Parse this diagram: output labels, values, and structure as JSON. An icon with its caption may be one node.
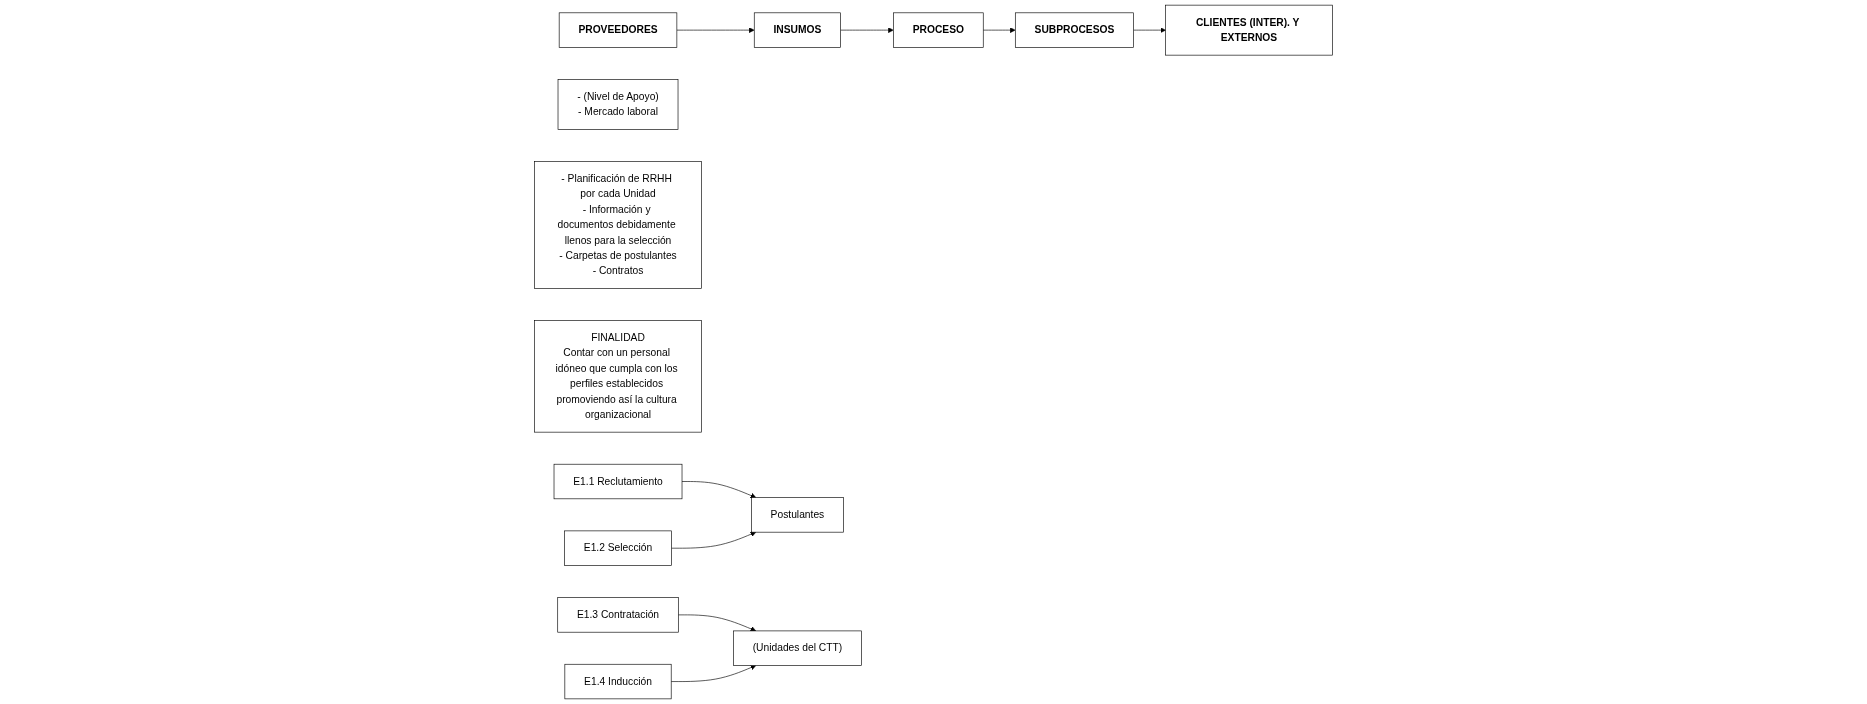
{
  "diagram": {
    "nodes": [
      {
        "text": [
          "PROVEEDORES"
        ]
      },
      {
        "text": [
          "INSUMOS"
        ]
      },
      {
        "text": [
          "PROCESO"
        ]
      },
      {
        "text": [
          "SUBPROCESOS"
        ]
      },
      {
        "text": [
          "CLIENTES (INTER). Y EXTERNOS"
        ]
      },
      {
        "text": [
          "- (Nivel de Apoyo)",
          "- Mercado laboral"
        ]
      },
      {
        "text": [
          "- Planificación de RRHH por cada Unidad",
          "- Información y documentos debidamente llenos para la selección",
          "- Carpetas de postulantes",
          "- Contratos"
        ]
      },
      {
        "text": [
          "FINALIDAD",
          "Contar con un personal idóneo que cumpla con los perfiles establecidos promoviendo así la cultura organizacional"
        ]
      },
      {
        "text": [
          "E1.1 Reclutamiento"
        ]
      },
      {
        "text": [
          "E1.2 Selección"
        ]
      },
      {
        "text": [
          "E1.3 Contratación"
        ]
      },
      {
        "text": [
          "E1.4 Inducción"
        ]
      },
      {
        "text": [
          "Postulantes"
        ]
      },
      {
        "text": [
          "(Unidades del CTT)"
        ]
      }
    ],
    "edges": [
      {
        "from": 0,
        "to": 1,
        "arrow": "to"
      },
      {
        "from": 1,
        "to": 2,
        "arrow": "to"
      },
      {
        "from": 2,
        "to": 3,
        "arrow": "to"
      },
      {
        "from": 3,
        "to": 4,
        "arrow": "to"
      },
      {
        "from": 8,
        "to": 12,
        "arrow": "to"
      },
      {
        "from": 9,
        "to": 12,
        "arrow": "to"
      },
      {
        "from": 10,
        "to": 13,
        "arrow": "to"
      },
      {
        "from": 11,
        "to": 13,
        "arrow": "to"
      }
    ]
  }
}
